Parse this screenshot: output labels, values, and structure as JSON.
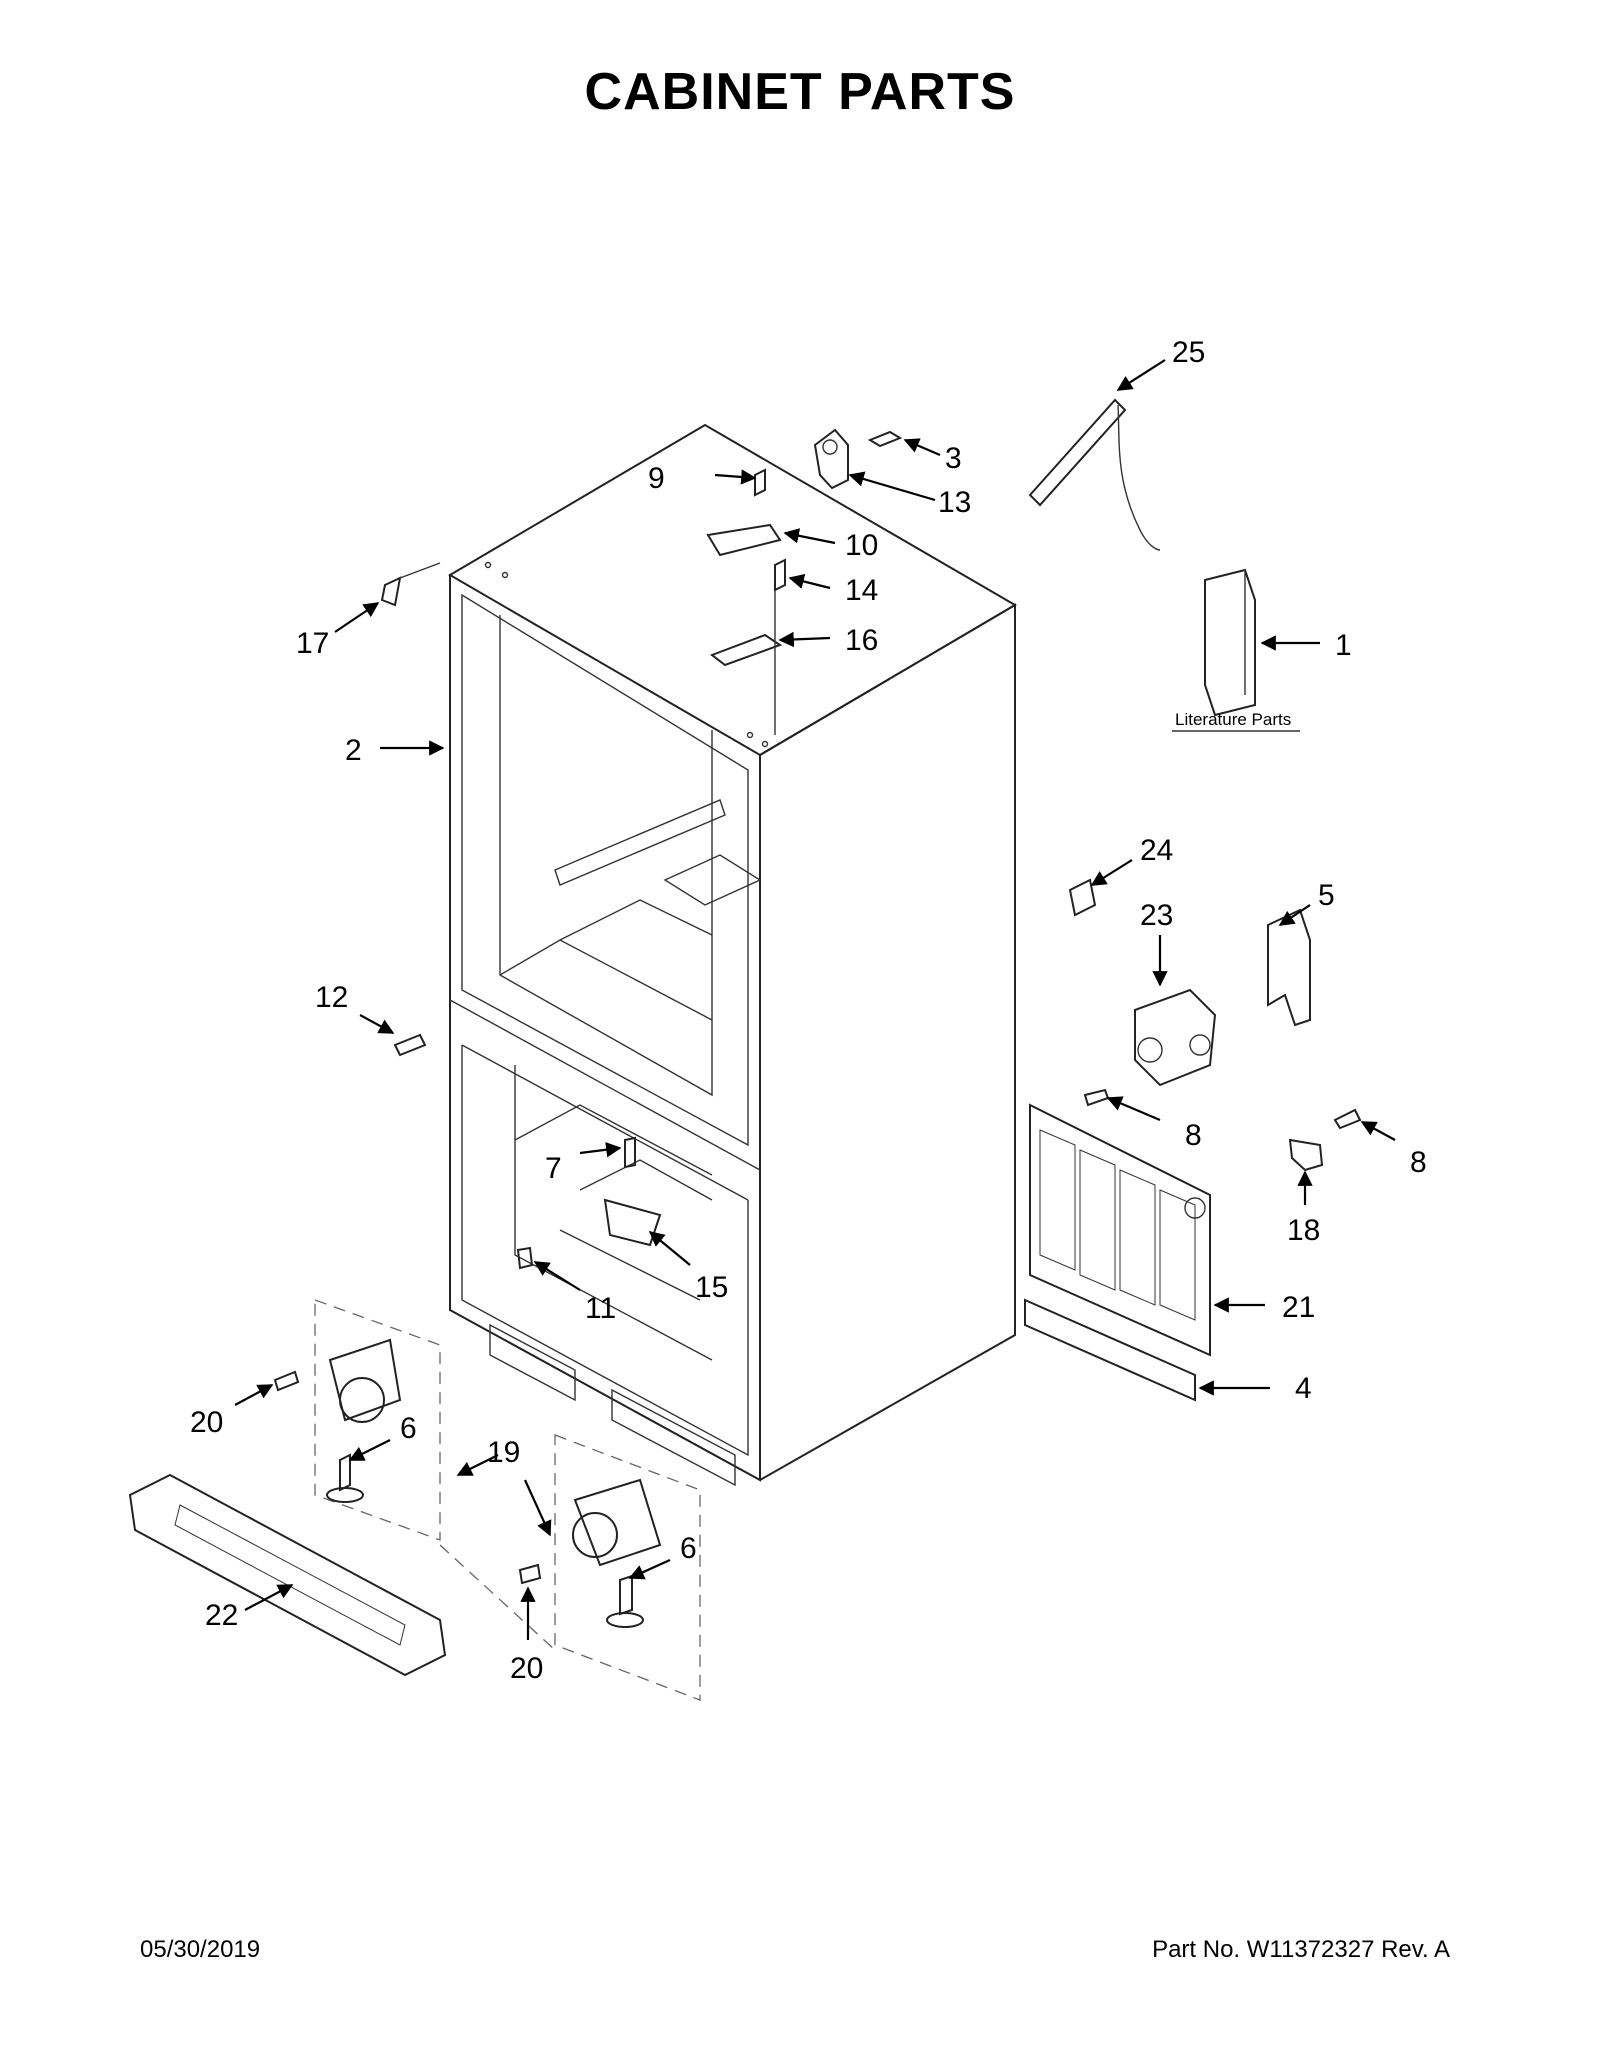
{
  "title": "CABINET PARTS",
  "footer": {
    "date": "05/30/2019",
    "part_no": "Part No.  W11372327   Rev.  A"
  },
  "literature_label": "Literature Parts",
  "callouts": [
    "1",
    "2",
    "3",
    "4",
    "5",
    "6",
    "6",
    "7",
    "8",
    "8",
    "9",
    "10",
    "11",
    "12",
    "13",
    "14",
    "15",
    "16",
    "17",
    "18",
    "19",
    "20",
    "20",
    "21",
    "22",
    "23",
    "24",
    "25"
  ]
}
